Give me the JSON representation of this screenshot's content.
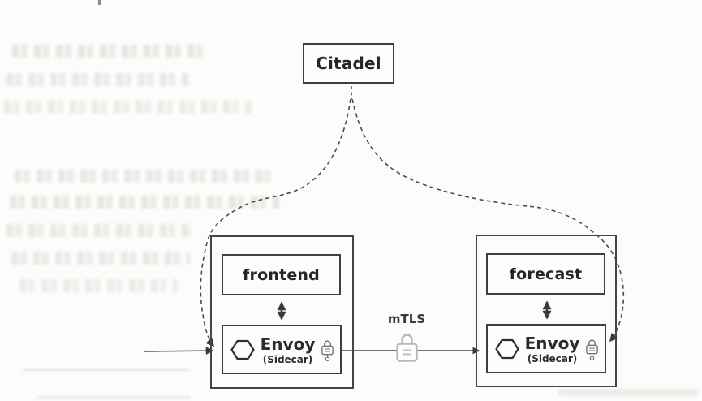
{
  "diagram": {
    "type": "service-mesh-mtls-architecture",
    "nodes": {
      "citadel": {
        "label": "Citadel"
      },
      "left_pod": {
        "service": {
          "label": "frontend"
        },
        "proxy": {
          "label": "Envoy",
          "sublabel": "(Sidecar)"
        }
      },
      "right_pod": {
        "service": {
          "label": "forecast"
        },
        "proxy": {
          "label": "Envoy",
          "sublabel": "(Sidecar)"
        }
      }
    },
    "edges": [
      {
        "from": "citadel",
        "to": "frontend-envoy-sidecar",
        "style": "dashed-curve-arrow"
      },
      {
        "from": "citadel",
        "to": "forecast-envoy-sidecar",
        "style": "dashed-curve-arrow"
      },
      {
        "from": "external-traffic",
        "to": "frontend-envoy-sidecar",
        "style": "solid-arrow"
      },
      {
        "from": "frontend",
        "to": "frontend-envoy-sidecar",
        "style": "double-headed-arrow"
      },
      {
        "from": "forecast",
        "to": "forecast-envoy-sidecar",
        "style": "double-headed-arrow"
      },
      {
        "from": "frontend-envoy-sidecar",
        "to": "forecast-envoy-sidecar",
        "style": "solid-arrow",
        "label": "mTLS",
        "icon": "padlock"
      }
    ],
    "icons": {
      "envoy_logo": "hexagon-outline",
      "sidecar_lock": "padlock-with-keyring",
      "mtls_lock": "padlock"
    },
    "colors": {
      "background": "#fcfcfa",
      "box_border": "#3f3f3f",
      "text": "#2b2b2b",
      "wire": "#4a4a4a",
      "sidecar_lock_gray": "#757575",
      "mtls_lock_gray": "#b7b7b4"
    }
  }
}
